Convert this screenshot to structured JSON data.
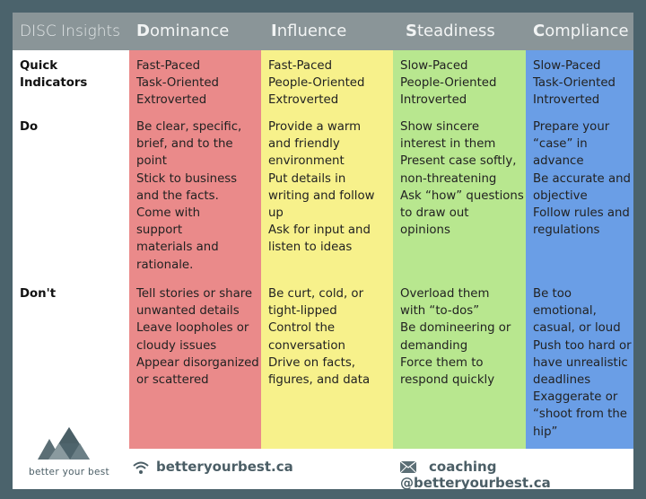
{
  "header": {
    "title": "DISC Insights",
    "columns": [
      {
        "initial": "D",
        "rest": "ominance",
        "color": "#ea8a8a"
      },
      {
        "initial": "I",
        "rest": "nfluence",
        "color": "#f7f18b"
      },
      {
        "initial": "S",
        "rest": "teadiness",
        "color": "#b8e78f"
      },
      {
        "initial": "C",
        "rest": "ompliance",
        "color": "#6a9ee6"
      }
    ]
  },
  "rows": {
    "quick": {
      "label_lines": [
        "Quick",
        "Indicators"
      ]
    },
    "do": {
      "label": "Do"
    },
    "dont": {
      "label": "Don't"
    }
  },
  "columns": {
    "d": {
      "quick": [
        "Fast-Paced",
        "Task-Oriented",
        "Extroverted"
      ],
      "do": [
        "Be clear, specific,",
        "brief, and to the",
        "point",
        "Stick to business",
        "and the facts.",
        "Come with",
        "support",
        "materials and",
        "rationale."
      ],
      "dont": [
        "Tell stories or share",
        "unwanted details",
        "Leave loopholes or",
        "cloudy issues",
        "Appear disorganized",
        "or scattered"
      ]
    },
    "i": {
      "quick": [
        "Fast-Paced",
        "People-Oriented",
        "Extroverted"
      ],
      "do": [
        "Provide a warm",
        "and friendly",
        "environment",
        "Put details in",
        "writing and follow",
        "up",
        "Ask for input and",
        "listen to ideas"
      ],
      "dont": [
        "Be curt, cold, or",
        "tight-lipped",
        "Control the",
        "conversation",
        "Drive on facts,",
        "figures, and data"
      ]
    },
    "s": {
      "quick": [
        "Slow-Paced",
        "People-Oriented",
        "Introverted"
      ],
      "do": [
        "Show sincere",
        "interest in them",
        "Present case softly,",
        "non-threatening",
        "Ask “how” questions",
        "to draw out",
        "opinions"
      ],
      "dont": [
        "Overload them",
        "with “to-dos”",
        "Be domineering or",
        "demanding",
        "Force them to",
        "respond quickly"
      ]
    },
    "c": {
      "quick": [
        "Slow-Paced",
        "Task-Oriented",
        "Introverted"
      ],
      "do": [
        "Prepare your",
        "“case” in",
        "advance",
        "Be accurate and",
        "objective",
        "Follow rules and",
        "regulations"
      ],
      "dont": [
        "Be too",
        "emotional,",
        "casual, or loud",
        "Push too hard or",
        "have unrealistic",
        "deadlines",
        "Exaggerate or",
        "“shoot from the",
        "hip”"
      ]
    }
  },
  "footer": {
    "logo_text": "better your best",
    "website": "betteryourbest.ca",
    "email": "coaching @betteryourbest.ca",
    "website_icon": "wifi-icon",
    "email_icon": "envelope-icon"
  }
}
